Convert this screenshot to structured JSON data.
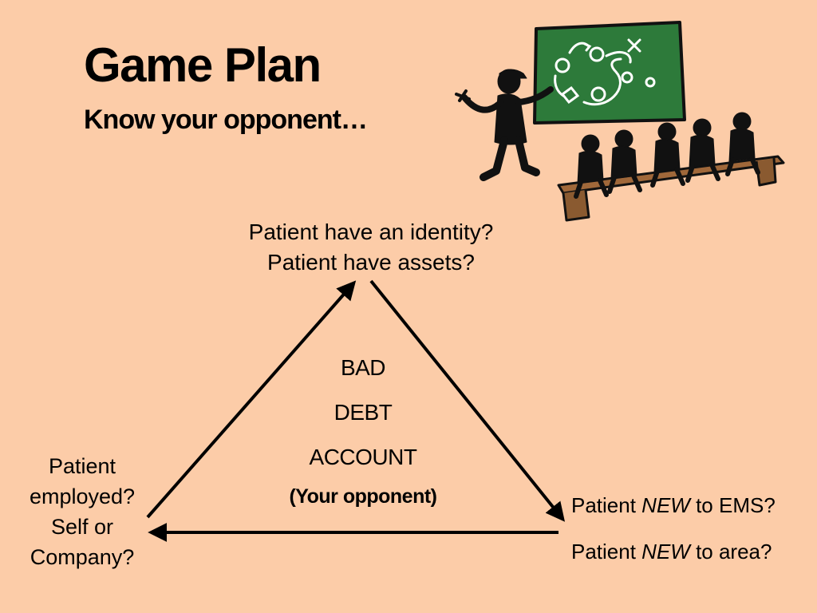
{
  "title": "Game Plan",
  "subtitle": "Know your opponent…",
  "top_node": {
    "line1": "Patient have an identity?",
    "line2": "Patient have assets?"
  },
  "center": {
    "line1": "BAD",
    "line2": "DEBT",
    "line3": "ACCOUNT",
    "line4": "(Your opponent)"
  },
  "left_node": {
    "line1": "Patient",
    "line2": "employed?",
    "line3": "Self or",
    "line4": "Company?"
  },
  "right_node": {
    "line1_pre": "Patient ",
    "line1_em": "NEW",
    "line1_post": " to EMS?",
    "line2_pre": "Patient ",
    "line2_em": "NEW",
    "line2_post": " to area?"
  },
  "colors": {
    "background": "#FCCCA8",
    "chalkboard": "#2D7A3A",
    "bench": "#A0683A"
  },
  "illustration": "coach-chalkboard-clipart"
}
